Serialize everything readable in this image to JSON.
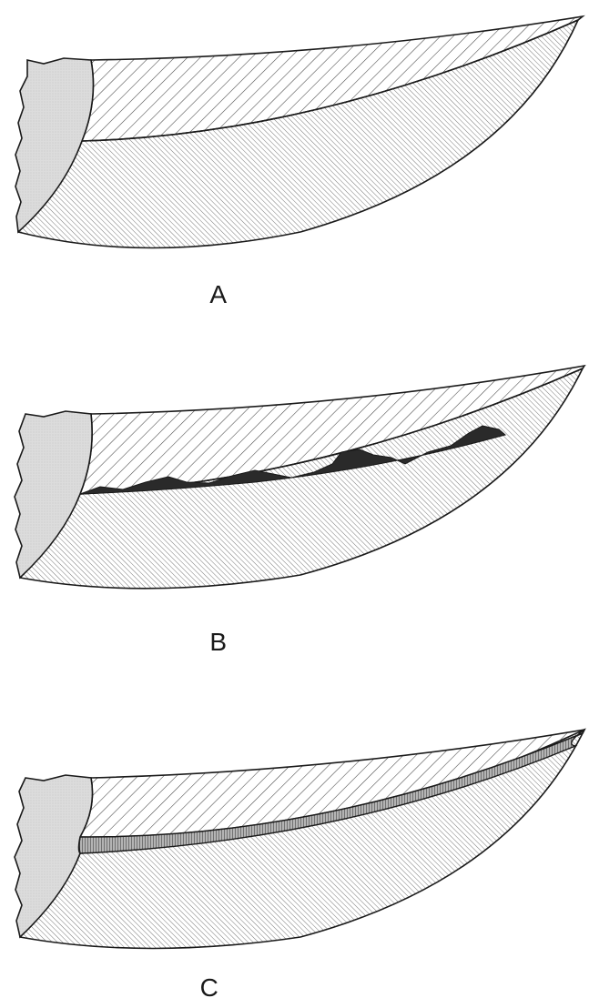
{
  "panels": [
    {
      "id": "a",
      "label": "A",
      "variant": "intact-interface"
    },
    {
      "id": "b",
      "label": "B",
      "variant": "irregular-dark-deposit"
    },
    {
      "id": "c",
      "label": "C",
      "variant": "continuous-band-layer"
    }
  ],
  "colors": {
    "outline": "#1a1a1a",
    "root_fill": "#dcdcdc",
    "upper_hatch": "#444444",
    "lower_hatch": "#555555",
    "deposit": "#2a2a2a",
    "band": "#a8a8a8"
  }
}
